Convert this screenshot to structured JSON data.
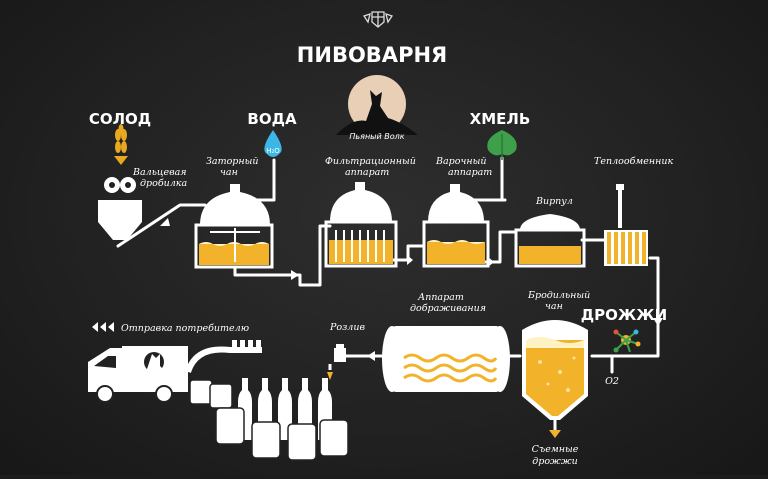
{
  "title": "ПИВОВАРНЯ",
  "brand": {
    "logo_text": "Пьяный Волк"
  },
  "ingredients": {
    "malt": "СОЛОД",
    "water": "ВОДА",
    "water_sub": "H₂O",
    "hops": "ХМЕЛЬ",
    "yeast": "ДРОЖЖИ"
  },
  "stages": {
    "mill": [
      "Вальцевая",
      "дробилка"
    ],
    "mash": [
      "Заторный",
      "чан"
    ],
    "filter": [
      "Фильтрационный",
      "аппарат"
    ],
    "boil": [
      "Варочный",
      "аппарат"
    ],
    "whirlpool": "Вирпул",
    "exchanger": "Теплообменник",
    "ferment": [
      "Бродильный",
      "чан"
    ],
    "condition": [
      "Аппарат",
      "дображивания"
    ],
    "bottling": "Розлив",
    "shipping": "Отправка потребителю",
    "removed_yeast": [
      "Съемные",
      "дрожжи"
    ]
  },
  "oxygen_label": "O2",
  "colors": {
    "background": "#222222",
    "beer": "#f2b32a",
    "foam": "#fff3c4",
    "line": "#ffffff",
    "hops": "#3fa04b",
    "water": "#3cb6e6"
  }
}
